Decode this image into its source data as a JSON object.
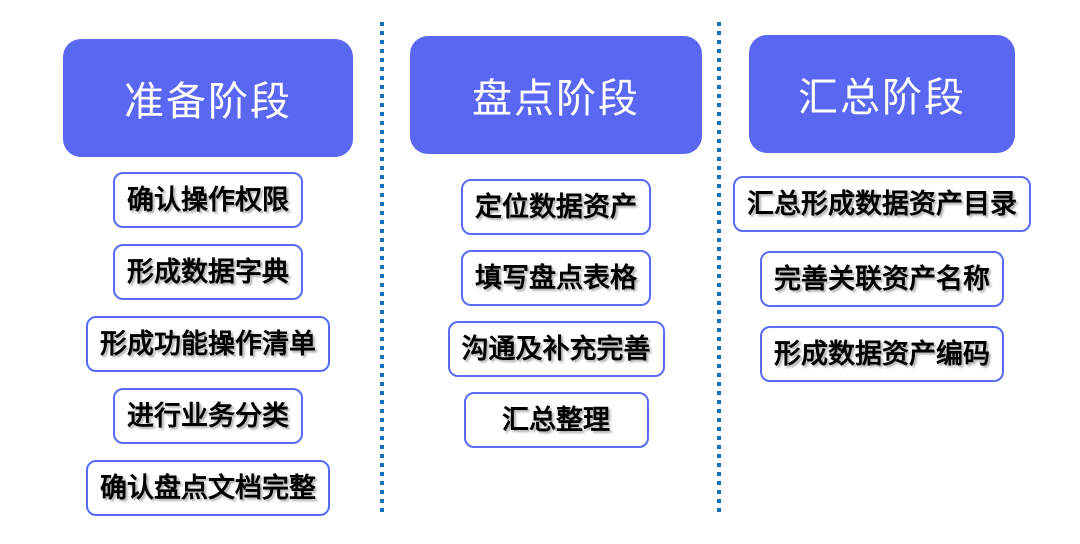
{
  "colors": {
    "background": "#ffffff",
    "header_fill": "#5a67f2",
    "header_text": "#ffffff",
    "item_border": "#5a6bf5",
    "item_text": "#000000",
    "divider_dot": "#1173b8"
  },
  "columns": [
    {
      "title": "准备阶段",
      "items": [
        "确认操作权限",
        "形成数据字典",
        "形成功能操作清单",
        "进行业务分类",
        "确认盘点文档完整"
      ]
    },
    {
      "title": "盘点阶段",
      "items": [
        "定位数据资产",
        "填写盘点表格",
        "沟通及补充完善",
        "汇总整理"
      ]
    },
    {
      "title": "汇总阶段",
      "items": [
        "汇总形成数据资产目录",
        "完善关联资产名称",
        "形成数据资产编码"
      ]
    }
  ]
}
